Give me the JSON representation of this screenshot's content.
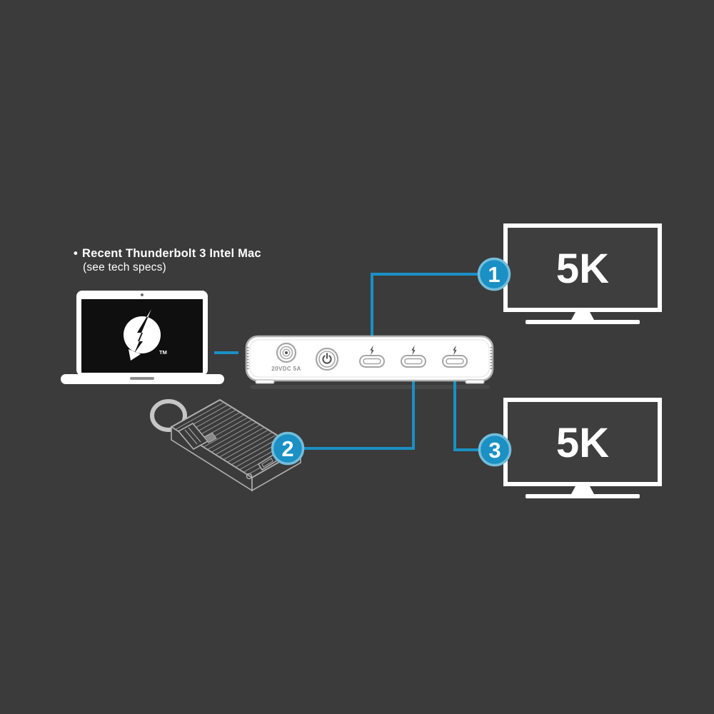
{
  "colors": {
    "background": "#3b3b3b",
    "accent": "#1a90c4",
    "callout_ring": "#74bdda",
    "white": "#ffffff"
  },
  "heading": {
    "bullet": "•",
    "title": "Recent Thunderbolt 3 Intel Mac",
    "subtitle": "(see tech specs)"
  },
  "laptop": {
    "trademark": "TM"
  },
  "hub": {
    "power_label": "20VDC 5A"
  },
  "callouts": [
    {
      "number": "1"
    },
    {
      "number": "2"
    },
    {
      "number": "3"
    }
  ],
  "monitors": [
    {
      "resolution": "5K"
    },
    {
      "resolution": "5K"
    }
  ]
}
